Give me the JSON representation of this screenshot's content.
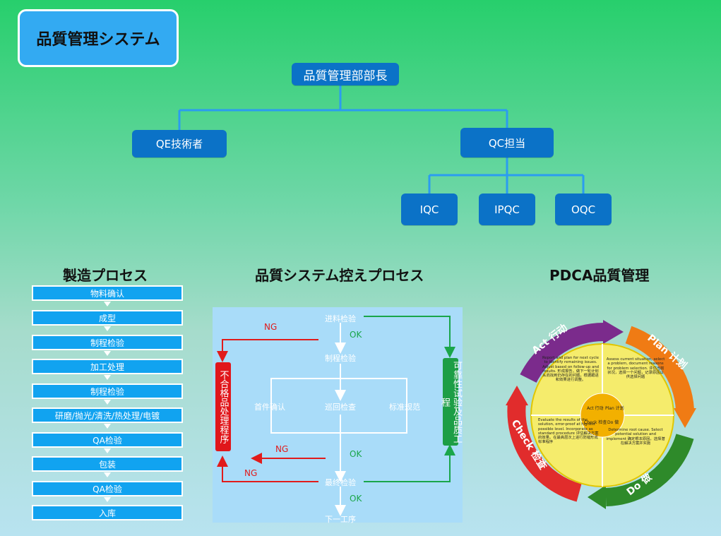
{
  "title": "品質管理システム",
  "org_chart": {
    "root": "品質管理部部長",
    "qe": "QE技術者",
    "qc": "QC担当",
    "qc_children": [
      "IQC",
      "IPQC",
      "OQC"
    ]
  },
  "manufacturing": {
    "title": "製造プロセス",
    "steps": [
      "物料确认",
      "成型",
      "制程检验",
      "加工处理",
      "制程检验",
      "研磨/抛光/清洗/热处理/电镀",
      "QA检验",
      "包装",
      "QA检验",
      "入库"
    ]
  },
  "qc_process": {
    "title": "品質システム控えプロセス",
    "incoming": "进料检验",
    "process_inspection": "制程检验",
    "first_article": "首件确认",
    "patrol": "巡回检查",
    "standard": "标准规范",
    "final": "最终检验",
    "next_process": "下一工序",
    "reject_box": "不合格品处理程序",
    "reliability_box": "可靠性试验及品质工程",
    "ng": "NG",
    "ok": "OK"
  },
  "pdca": {
    "title": "PDCA品質管理",
    "act_label": "Act 行动",
    "plan_label": "Plan 计划",
    "check_label": "Check 检查",
    "do_label": "Do 做",
    "act_text": "Report and plan for next cycle to identify remaining issues. Adjust based on follow-up and results. 形成报告，做下一轮计划从而找到仍存在的问题，根据跟进和效果进行调整。",
    "plan_text": "Assess current situation, select a problem, document reasons for problem selection. 评估当前状况，选择一个问题，记录原因以供选择问题",
    "check_text": "Evaluate the results of the solution, error-proof at highest possible level. Incorporate as standard procedure 评估解决方案的效果。在最高层次上进行防错形成标准程序",
    "do_text": "Determine root cause. Select potential solution and implement 确定根本原因，选择潜在解决方案并实施",
    "center_act": "Act 行动",
    "center_plan": "Plan 计划",
    "center_check": "Check 检查",
    "center_do": "Do 做",
    "colors": {
      "act": "#7b2b8c",
      "plan": "#f07b14",
      "check": "#e12c2c",
      "do": "#2e8a2a",
      "center": "#f2c400"
    }
  }
}
